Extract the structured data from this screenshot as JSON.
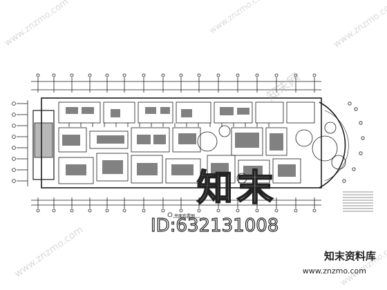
{
  "watermark": {
    "logo_text": "知末",
    "id_text": "ID:632131008",
    "brand_text": "知末资料库",
    "url_text": "www.znzmo.com",
    "diag_text_1": "www.znzmo.com",
    "diag_text_2": "www.znzmo.com",
    "diag_text_3": "www.znzmo.com",
    "diag_text_4": "www.znzmo.com",
    "diag_text_5": "www.znzmo.com",
    "stamp_text": "知末网"
  },
  "drawing": {
    "title": "1",
    "subtitle": "平面布置图"
  },
  "colors": {
    "line": "#1a1a1a",
    "paper": "#ffffff",
    "watermark": "#9a9a9a"
  }
}
